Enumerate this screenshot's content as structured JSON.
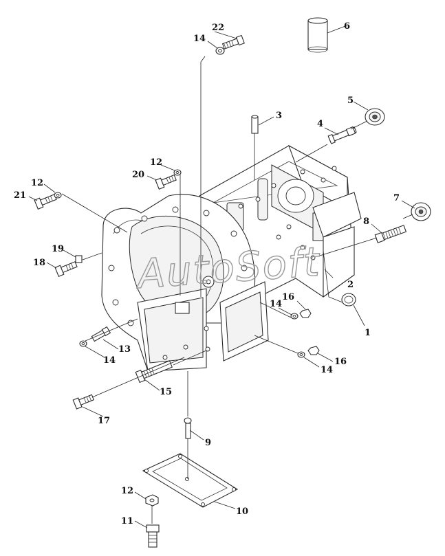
{
  "watermark": "AutoSoft",
  "callouts": {
    "c1": "1",
    "c2": "2",
    "c3": "3",
    "c4": "4",
    "c5": "5",
    "c6": "6",
    "c7": "7",
    "c8": "8",
    "c9": "9",
    "c10": "10",
    "c11": "11",
    "c12a": "12",
    "c12b": "12",
    "c12c": "12",
    "c13": "13",
    "c14a": "14",
    "c14b": "14",
    "c14c": "14",
    "c14d": "14",
    "c15": "15",
    "c16a": "16",
    "c16b": "16",
    "c17": "17",
    "c18": "18",
    "c19": "19",
    "c20": "20",
    "c21": "21",
    "c22": "22"
  }
}
